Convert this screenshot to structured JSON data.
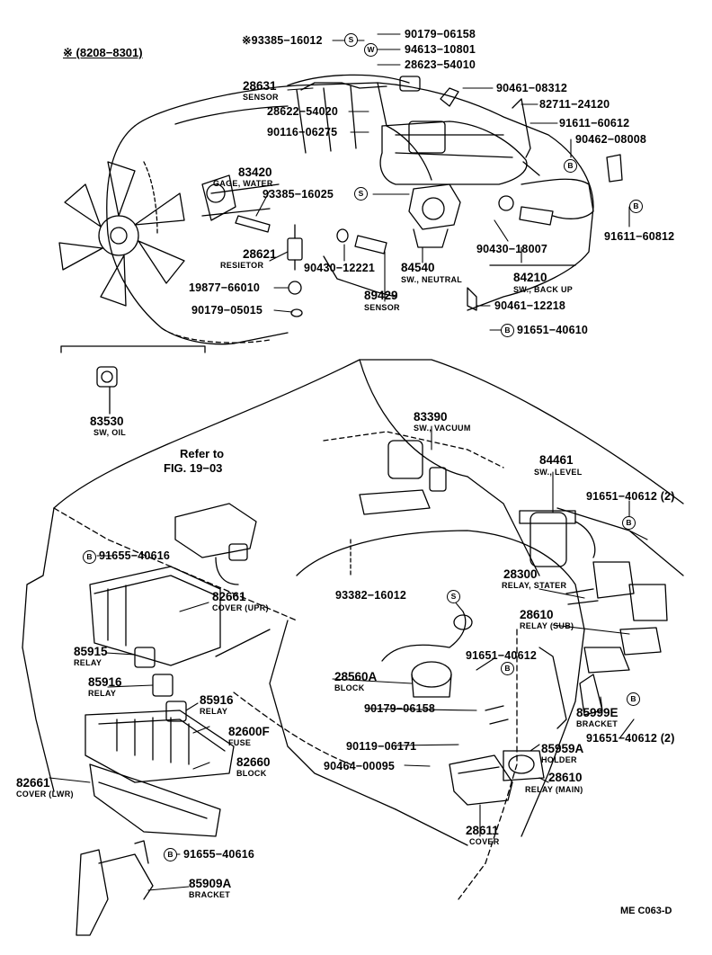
{
  "header": {
    "title": "※ (8208−8301)"
  },
  "refer": {
    "line1": "Refer to",
    "line2": "FIG. 19−03"
  },
  "drawing_code": "ME C063-D",
  "markers": {
    "s": "S",
    "w": "W",
    "b": "B"
  },
  "labels": {
    "p93385_16012": "※93385−16012",
    "p90179_06158a": "90179−06158",
    "p94613_10801": "94613−10801",
    "p28623_54010": "28623−54010",
    "p28631": "28631",
    "n_sensor1": "SENSOR",
    "p90461_08312": "90461−08312",
    "p82711_24120": "82711−24120",
    "p28622_54020": "28622−54020",
    "p91611_60612": "91611−60612",
    "p90116_06275": "90116−06275",
    "p90462_08008": "90462−08008",
    "p83420": "83420",
    "n_gage_water": "GAGE, WATER",
    "p93385_16025": "93385−16025",
    "p91611_60812": "91611−60812",
    "p28621": "28621",
    "n_resistor": "RESIETOR",
    "p90430_12221": "90430−12221",
    "p90430_18007": "90430−18007",
    "p84540": "84540",
    "n_sw_neutral": "SW., NEUTRAL",
    "p84210": "84210",
    "n_sw_back_up": "SW., BACK UP",
    "p19877_66010": "19877−66010",
    "p89429": "89429",
    "n_sensor2": "SENSOR",
    "p90179_05015": "90179−05015",
    "p90461_12218": "90461−12218",
    "p91651_40610": "91651−40610",
    "p83530": "83530",
    "n_sw_oil": "SW, OIL",
    "p83390": "83390",
    "n_sw_vacuum": "SW., VACUUM",
    "p84461": "84461",
    "n_sw_level": "SW., LEVEL",
    "p91651_40612_2a": "91651−40612 (2)",
    "p91655_40616a": "91655−40616",
    "p28300": "28300",
    "n_relay_stater": "RELAY, STATER",
    "p82661_upr": "82661",
    "n_cover_upr": "COVER (UPR)",
    "p93382_16012": "93382−16012",
    "p28610_sub": "28610",
    "n_relay_sub": "RELAY (SUB)",
    "p85915": "85915",
    "n_relay1": "RELAY",
    "p91651_40612": "91651−40612",
    "p85916a": "85916",
    "n_relay2": "RELAY",
    "p28560a": "28560A",
    "n_block1": "BLOCK",
    "p85916b": "85916",
    "n_relay3": "RELAY",
    "p85999e": "85999E",
    "n_bracket1": "BRACKET",
    "p90179_06158b": "90179−06158",
    "p82600f": "82600F",
    "n_fuse": "FUSE",
    "p91651_40612_2b": "91651−40612 (2)",
    "p90119_06171": "90119−06171",
    "p85959a": "85959A",
    "n_holder": "HOLDER",
    "p82660": "82660",
    "n_block2": "BLOCK",
    "p90464_00095": "90464−00095",
    "p28610_main": "28610",
    "n_relay_main": "RELAY (MAIN)",
    "p82661_lwr": "82661",
    "n_cover_lwr": "COVER (LWR)",
    "p28611": "28611",
    "n_cover": "COVER",
    "p91655_40616b": "91655−40616",
    "p85909a": "85909A",
    "n_bracket2": "BRACKET"
  }
}
